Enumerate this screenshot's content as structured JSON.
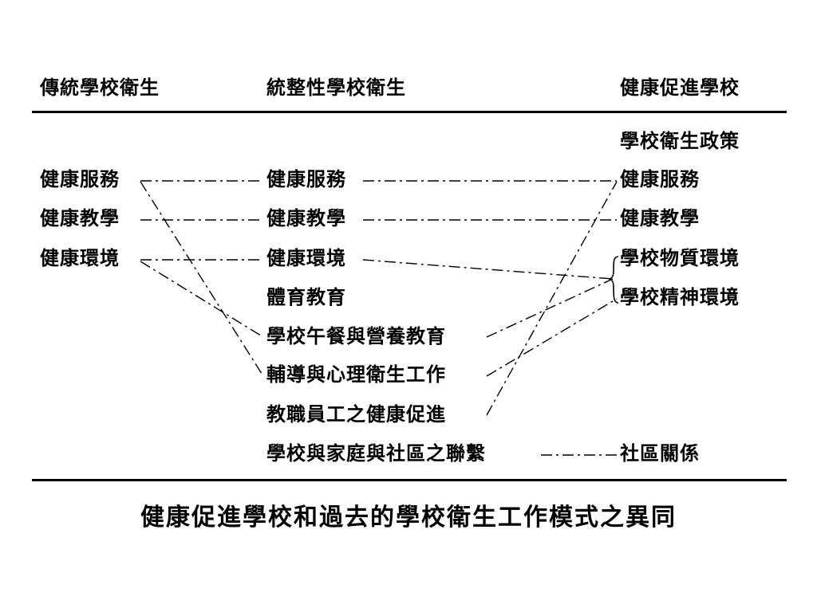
{
  "headers": {
    "traditional": "傳統學校衛生",
    "integrated": "統整性學校衛生",
    "promoting": "健康促進學校"
  },
  "traditional_items": [
    "健康服務",
    "健康教學",
    "健康環境"
  ],
  "integrated_items": [
    "健康服務",
    "健康教學",
    "健康環境",
    "體育教育",
    "學校午餐與營養教育",
    "輔導與心理衛生工作",
    "教職員工之健康促進",
    "學校與家庭與社區之聯繫"
  ],
  "promoting_items": [
    "學校衛生政策",
    "健康服務",
    "健康教學",
    "學校物質環境",
    "學校精神環境",
    "社區關係"
  ],
  "caption": "健康促進學校和過去的學校衛生工作模式之異同",
  "colors": {
    "ink": "#000000",
    "background": "#ffffff"
  }
}
